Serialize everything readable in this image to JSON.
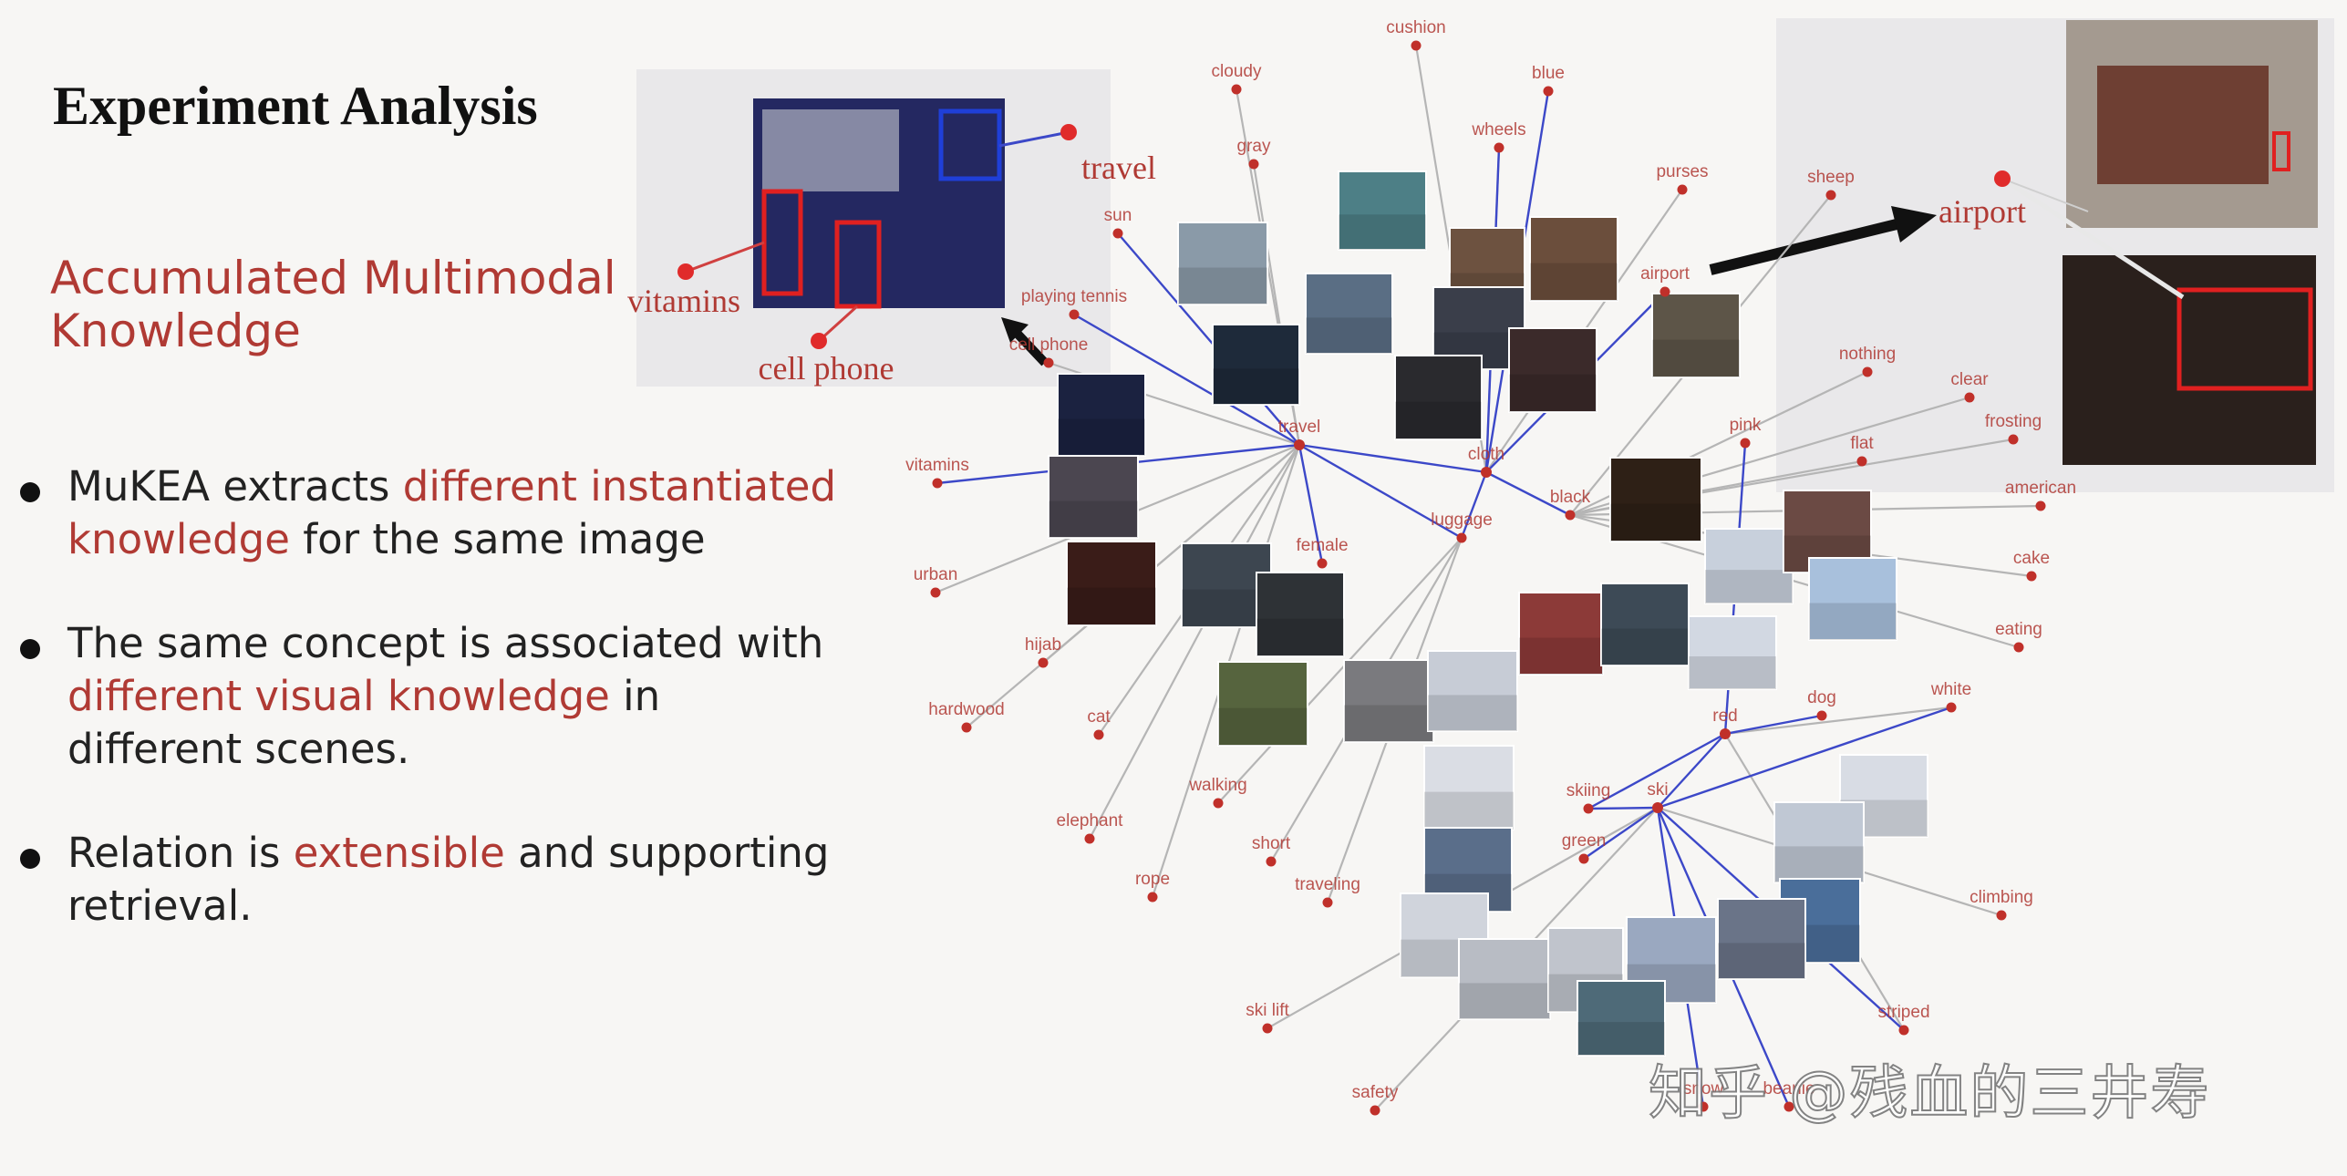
{
  "slide": {
    "title": "Experiment Analysis",
    "subtitle_line1": "Accumulated Multimodal",
    "subtitle_line2": "Knowledge"
  },
  "bullets": [
    {
      "pre": "MuKEA extracts ",
      "hl": "different instantiated",
      "br": "knowledge",
      "post": " for the same image",
      "post_br": ""
    },
    {
      "pre": "The same concept is associated with",
      "hl": "",
      "br": "different visual knowledge",
      "post": " in",
      "post_br": "different scenes."
    },
    {
      "pre": "Relation is ",
      "hl": "extensible",
      "br": "",
      "post": " and supporting",
      "post_br": "retrieval."
    }
  ],
  "inset_left": {
    "labels": [
      "travel",
      "vitamins",
      "cell phone"
    ]
  },
  "inset_right": {
    "labels": [
      "airport"
    ]
  },
  "watermark": "知乎 @残血的三井寿",
  "colors": {
    "accent": "#b03a34",
    "node": "#c0302a",
    "edge_blue": "#3c48c8",
    "edge_gray": "#b5b5b5",
    "highlight_box_red": "#e02020",
    "highlight_box_blue": "#1f3fd8"
  },
  "graph": {
    "concepts": [
      "cushion",
      "cloudy",
      "blue",
      "gray",
      "wheels",
      "purses",
      "sun",
      "airport",
      "playing tennis",
      "cell phone",
      "sheep",
      "nothing",
      "clear",
      "frosting",
      "flat",
      "pink",
      "vitamins",
      "travel",
      "cloth",
      "black",
      "luggage",
      "female",
      "american",
      "cake",
      "urban",
      "eating",
      "hijab",
      "hardwood",
      "cat",
      "dog",
      "white",
      "red",
      "skiing",
      "ski",
      "walking",
      "green",
      "elephant",
      "short",
      "traveling",
      "rope",
      "climbing",
      "striped",
      "ski lift",
      "safety",
      "beanie",
      "snow"
    ],
    "hubs": [
      "travel",
      "cloth",
      "ski",
      "red"
    ]
  }
}
